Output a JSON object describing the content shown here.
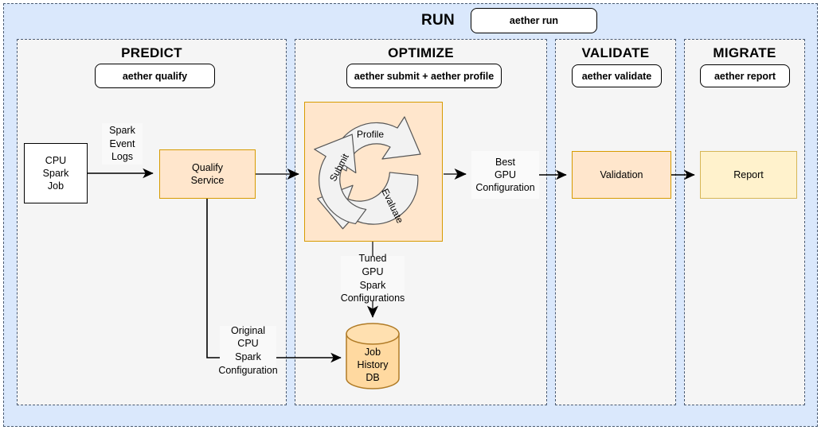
{
  "outer": {
    "title": "RUN",
    "command": "aether run",
    "fill": "#dae8fc",
    "border": "#4a5a72"
  },
  "lanes": [
    {
      "id": "predict",
      "title": "PREDICT",
      "command": "aether qualify"
    },
    {
      "id": "optimize",
      "title": "OPTIMIZE",
      "command": "aether submit + aether profile"
    },
    {
      "id": "validate",
      "title": "VALIDATE",
      "command": "aether validate"
    },
    {
      "id": "migrate",
      "title": "MIGRATE",
      "command": "aether report"
    }
  ],
  "nodes": {
    "cpu_spark_job": "CPU\nSpark\nJob",
    "qualify_service": "Qualify\nService",
    "best_gpu_configuration": "Best\nGPU\nConfiguration",
    "validation": "Validation",
    "report": "Report",
    "job_history_db": "Job\nHistory\nDB"
  },
  "edge_labels": {
    "spark_event_logs": "Spark\nEvent\nLogs",
    "tuned_gpu_spark_configurations": "Tuned\nGPU\nSpark\nConfigurations",
    "original_cpu_spark_configuration": "Original\nCPU\nSpark\nConfiguration"
  },
  "cycle": {
    "steps": [
      "Profile",
      "Evaluate",
      "Submit"
    ],
    "direction": "clockwise",
    "panel_fill": "#ffe6cc",
    "panel_border": "#d79b00"
  },
  "colors": {
    "lane_fill": "#f5f5f5",
    "lane_border": "#4a5a72",
    "orange_fill": "#ffe6cc",
    "orange_border": "#d79b00",
    "yellow_fill": "#fff2cc",
    "yellow_border": "#d6b656",
    "white_fill": "#ffffff",
    "node_border": "#000000",
    "arrow": "#000000"
  }
}
